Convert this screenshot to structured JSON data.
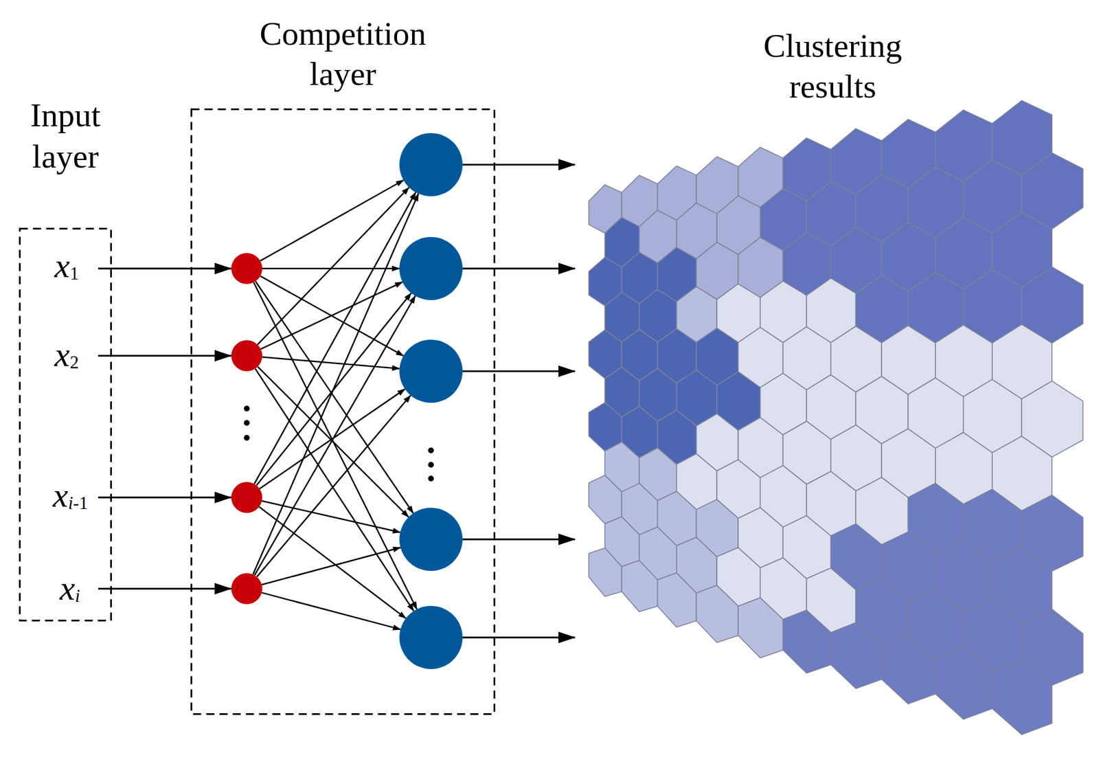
{
  "diagram": {
    "nodes": [
      {
        "text": [
          "Input layer"
        ]
      },
      {
        "text": [
          "Competition layer"
        ]
      }
    ],
    "labels": [
      "Clustering results",
      "x1",
      "x2",
      "xi-1",
      "xi"
    ]
  }
}
